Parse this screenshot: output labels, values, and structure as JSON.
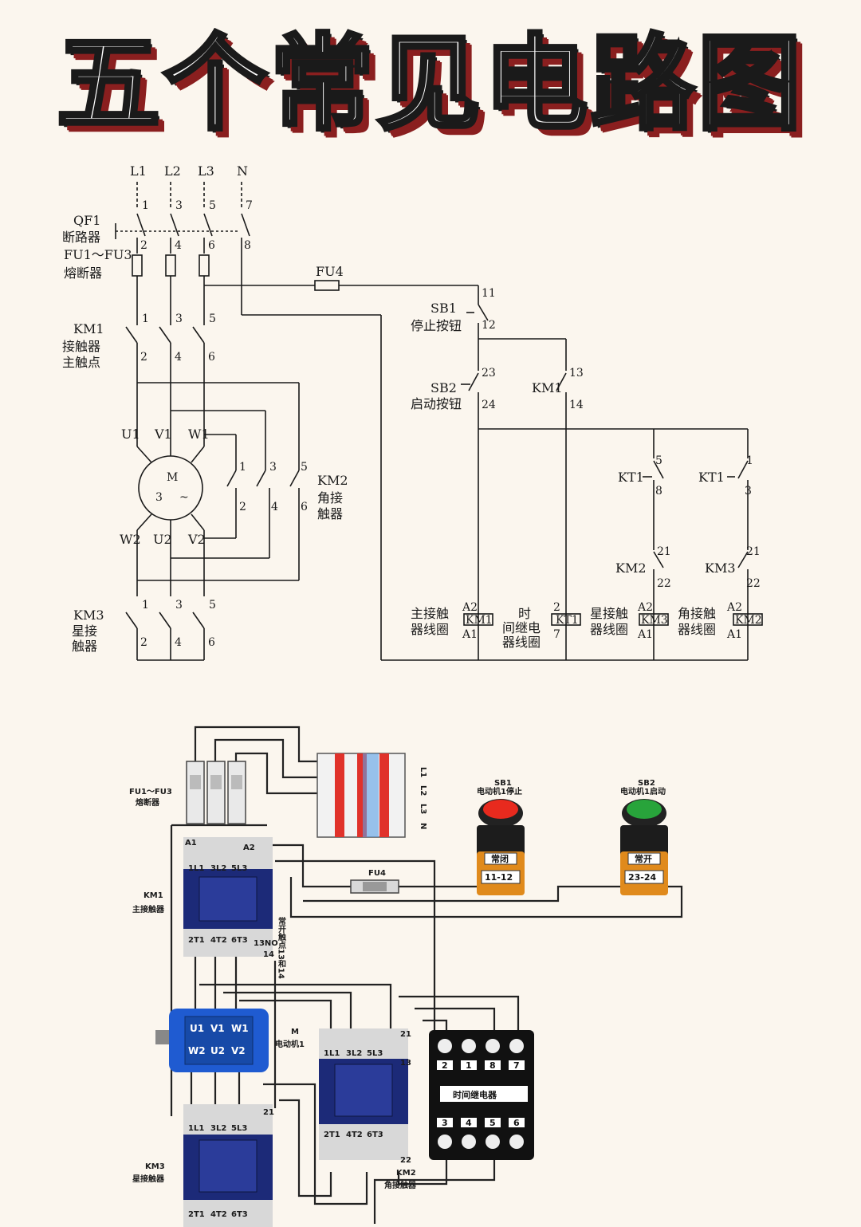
{
  "title": "五个常见电路图",
  "schematic": {
    "phases": [
      "L1",
      "L2",
      "L3",
      "N"
    ],
    "top_terms": [
      "1",
      "3",
      "5",
      "7"
    ],
    "qf1_label": "QF1",
    "qf1_name": "断路器",
    "qf1_out": [
      "2",
      "4",
      "6",
      "8"
    ],
    "fu_label": "FU1～FU3",
    "fu_name": "熔断器",
    "fu4_label": "FU4",
    "km1_label": "KM1",
    "km1_name1": "接触器",
    "km1_name2": "主触点",
    "km1_in": [
      "1",
      "3",
      "5"
    ],
    "km1_out": [
      "2",
      "4",
      "6"
    ],
    "motor_terms_top": [
      "U1",
      "V1",
      "W1"
    ],
    "motor_terms_bottom": [
      "W2",
      "U2",
      "V2"
    ],
    "motor_m": "M",
    "motor_3": "3",
    "motor_tilde": "~",
    "km2_label": "KM2",
    "km2_name1": "角接",
    "km2_name2": "触器",
    "km2_in": [
      "1",
      "3",
      "5"
    ],
    "km2_out": [
      "2",
      "4",
      "6"
    ],
    "km3_label": "KM3",
    "km3_name1": "星接",
    "km3_name2": "触器",
    "km3_in": [
      "1",
      "3",
      "5"
    ],
    "km3_out": [
      "2",
      "4",
      "6"
    ],
    "sb1_label": "SB1",
    "sb1_name": "停止按钮",
    "sb1_terms": [
      "11",
      "12"
    ],
    "sb2_label": "SB2",
    "sb2_name": "启动按钮",
    "sb2_terms": [
      "23",
      "24"
    ],
    "km1_aux_label": "KM1",
    "km1_aux_terms": [
      "13",
      "14"
    ],
    "kt1_a_label": "KT1",
    "kt1_a_terms": [
      "5",
      "8"
    ],
    "kt1_b_label": "KT1",
    "kt1_b_terms": [
      "1",
      "3"
    ],
    "km2_aux_label": "KM2",
    "km2_aux_terms": [
      "21",
      "22"
    ],
    "km3_aux_label": "KM3",
    "km3_aux_terms": [
      "21",
      "22"
    ],
    "coils": [
      {
        "name1": "主接触",
        "name2": "器线圈",
        "tag": "KM1",
        "top": "A2",
        "bottom": "A1"
      },
      {
        "name1": "时",
        "name2": "间继电",
        "name3": "器线圈",
        "tag": "KT1",
        "top": "2",
        "bottom": "7"
      },
      {
        "name1": "星接触",
        "name2": "器线圈",
        "tag": "KM3",
        "top": "A2",
        "bottom": "A1"
      },
      {
        "name1": "角接触",
        "name2": "器线圈",
        "tag": "KM2",
        "top": "A2",
        "bottom": "A1"
      }
    ]
  },
  "wiring": {
    "fu_label": "FU1～FU3",
    "fu_name": "熔断器",
    "breaker_terms": [
      "L1",
      "L2",
      "L3",
      "N"
    ],
    "sb1_label": "SB1",
    "sb1_name": "电动机1停止",
    "sb1_btn": "常闭",
    "sb1_terms": "11-12",
    "sb2_label": "SB2",
    "sb2_name": "电动机1启动",
    "sb2_btn": "常开",
    "sb2_terms": "23-24",
    "fu4_label": "FU4",
    "km1_label": "KM1",
    "km1_name": "主接触器",
    "km1_top": [
      "1L1",
      "3L2",
      "5L3"
    ],
    "km1_bottom": [
      "2T1",
      "4T2",
      "6T3"
    ],
    "km1_coil": [
      "A1",
      "A2"
    ],
    "km1_aux": [
      "13NO",
      "14"
    ],
    "km1_side": "常开触点13和14",
    "motor_label": "M",
    "motor_name": "电动机1",
    "motor_top": [
      "U1",
      "V1",
      "W1"
    ],
    "motor_bottom": [
      "W2",
      "U2",
      "V2"
    ],
    "km2_label": "KM2",
    "km2_name": "角接触器",
    "km2_top": [
      "1L1",
      "3L2",
      "5L3"
    ],
    "km2_bottom": [
      "2T1",
      "4T2",
      "6T3"
    ],
    "km2_aux": [
      "21",
      "13",
      "22"
    ],
    "km3_label": "KM3",
    "km3_name": "星接触器",
    "km3_top": [
      "1L1",
      "3L2",
      "5L3"
    ],
    "km3_bottom": [
      "2T1",
      "4T2",
      "6T3"
    ],
    "km3_aux": [
      "21"
    ],
    "timer_name": "时间继电器",
    "timer_top": [
      "2",
      "1",
      "8",
      "7"
    ],
    "timer_bottom": [
      "3",
      "4",
      "5",
      "6"
    ],
    "colors": {
      "contactor": "#1c2a78",
      "motor": "#1f5bd1",
      "breaker_red": "#e0322b",
      "timer": "#111111",
      "button_red": "#e82a1e",
      "button_green": "#28a43b",
      "button_base": "#e08a1c"
    }
  }
}
